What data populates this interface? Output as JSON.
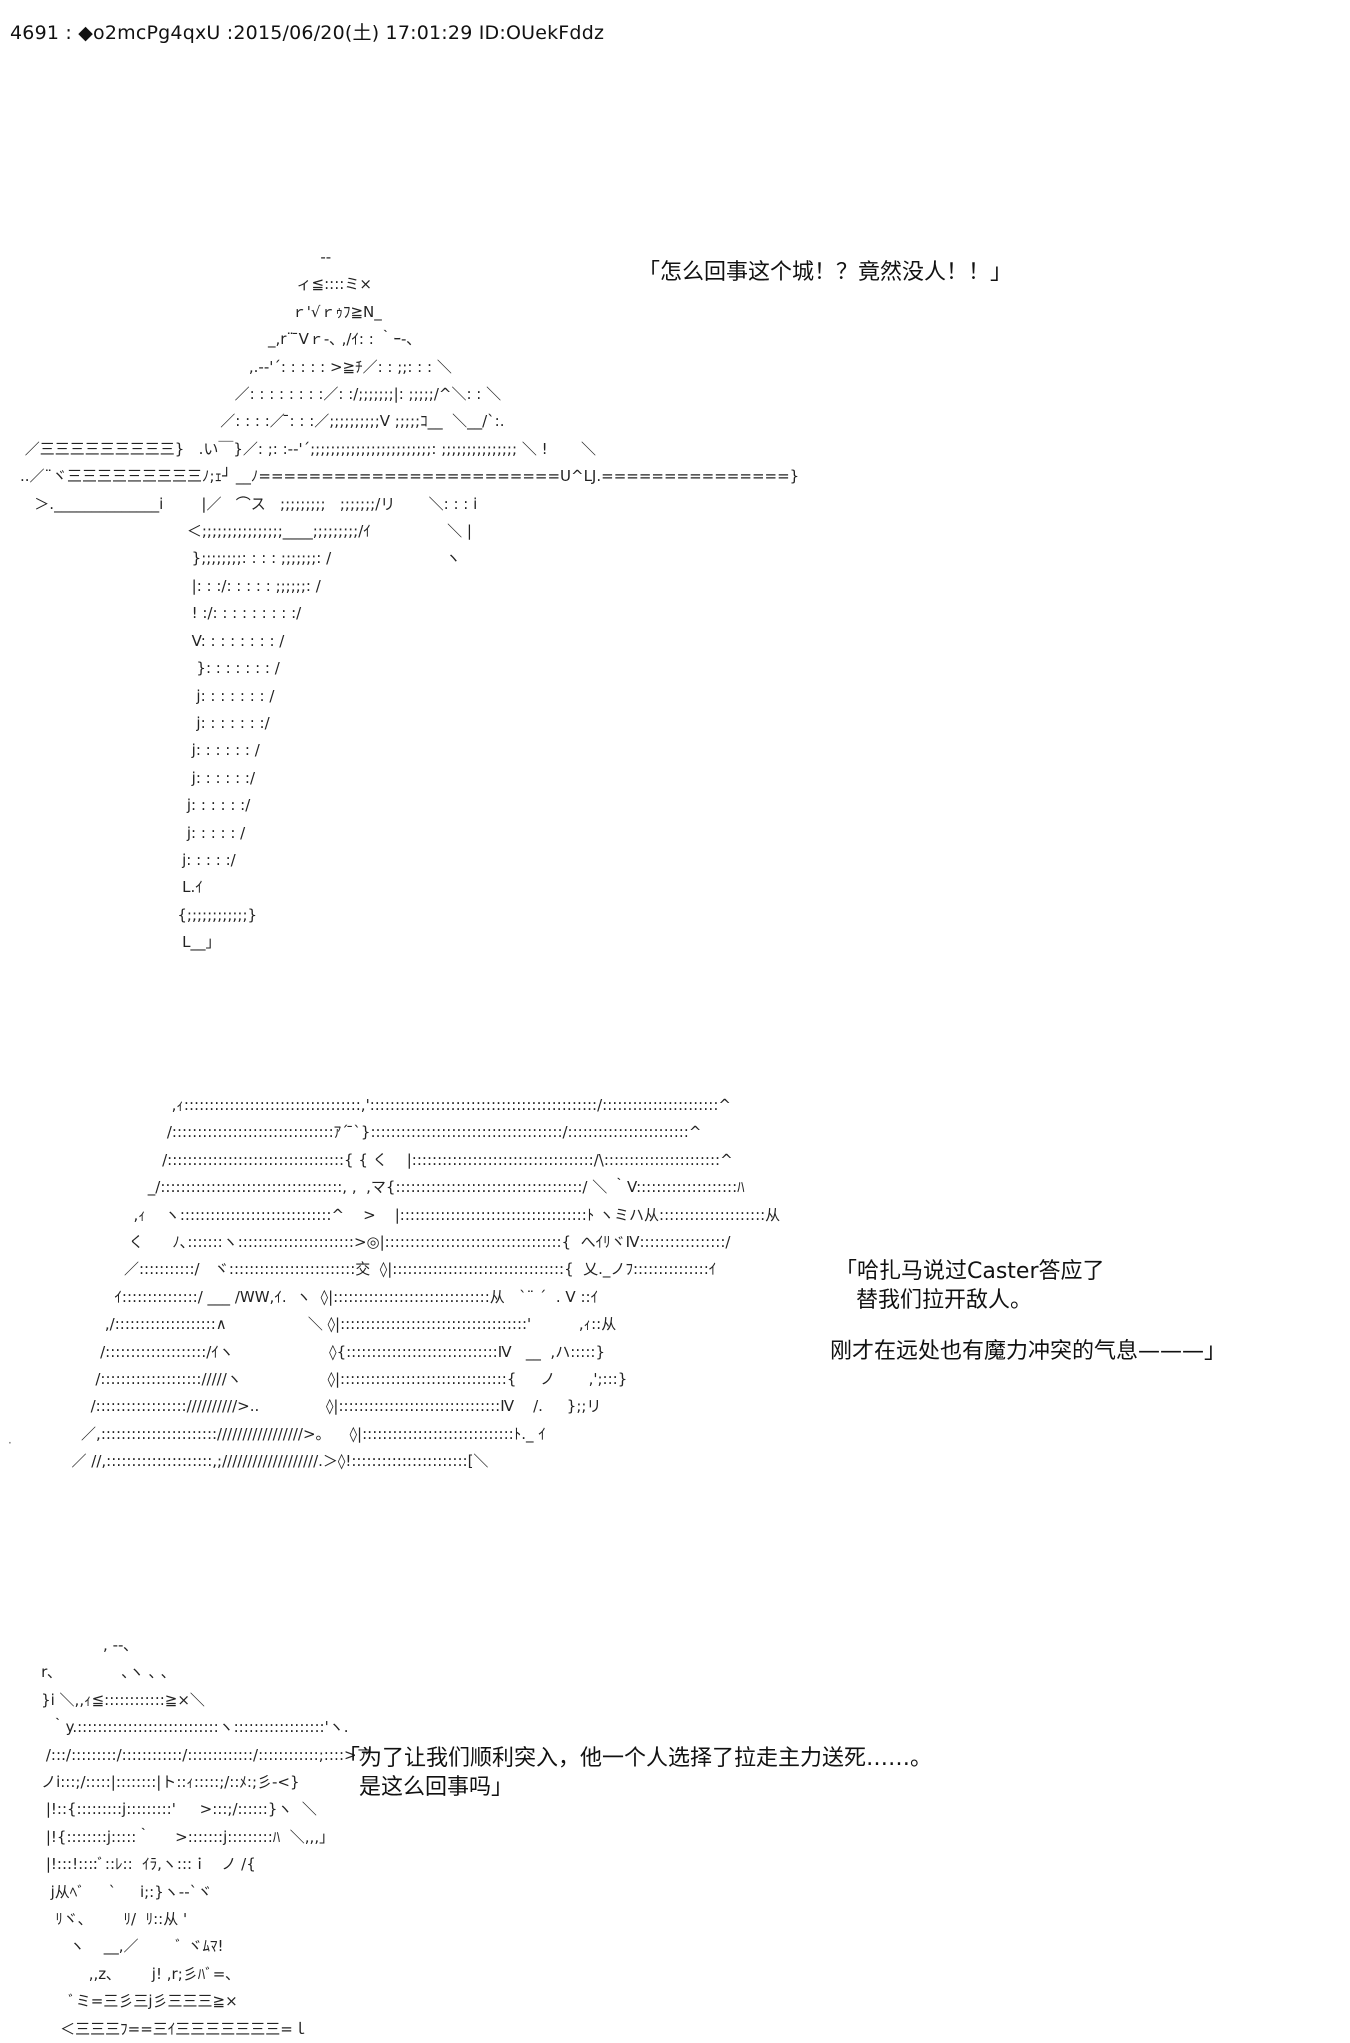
{
  "post_header": "4691 : ◆o2mcPg4qxU :2015/06/20(土) 17:01:29 ID:OUekFddz",
  "dialogues": {
    "d1": "「怎么回事这个城！？竟然没人！！」",
    "d2": "「哈扎马说过Caster答应了\n   替我们拉开敌人。",
    "d3": "刚才在远处也有魔力冲突的气息———」",
    "d4": "「为了让我们顺利突入，他一个人选择了拉走主力送死……。\n   是这么回事吗」"
  },
  "ascii_art": {
    "figure_top": "                                                               --\n                                                          ィ≦::::ミ×\n                                                         ｒ'√ｒｩﾌ≧N_\n                                                    _,r¨ ̄Vｒ-､ ,/ｲ: : ｀ｰ-､\n                                                ,.-‐'´: : : : : >≧ﾁ／: : ;;: : : ＼\n                                             ／: : : : : : : :／: :/;;;;;;;|: ;;;;;/^＼: : ＼\n                                          ／: : : :／ ̄: : :／;;;;;;;;;;V ;;;;;ｺ__  ＼__/`:.\n ／三三三三三三三三三}   .い￣}／: ;: :-‐'´;;;;;;;;;;;;;;;;;;;;;;;;: ;;;;;;;;;;;;;;; ＼ !       ＼\n..／¨ヾ三三三三三三三三三ﾉ;ｪ┘ __ﾉ========================U^LJ.===============}\n   ＞.______________i        |／   ⌒ス   ;;;;;;;;;   ;;;;;;;/リ       ＼: : : i\n                                   ＜;;;;;;;;;;;;;;;;____;;;;;;;;;/ｲ                ＼ |\n                                    };;;;;;;;: : : : ;;;;;;;: /                        ヽ\n                                    |: : :/: : : : : ;;;;;;: /\n                                    ! :/: : : : : : : : :/\n                                    V: : : : : : : : /\n                                     }: : : : : : : /\n                                     j: : : : : : : /\n                                     j: : : : : : :/\n                                    j: : : : : : /\n                                    j: : : : : :/\n                                   j: : : : : :/\n                                   j: : : : : /\n                                  j: : : : :/\n                                  L.ｲ\n                                 {;;;;;;;;;;;;}\n                                  L__｣",
    "figure_middle": "                                    ,ｨ:::::::::::::::::::::::::::::::::::,':::::::::::::::::::::::::::::::::::::::::::::/:::::::::::::::::::::::^\n                                   /::::::::::::::::::::::::::::::::ｱ´ ̄`}::::::::::::::::::::::::::::::::::::::/::::::::::::::::::::::::^\n                                  /:::::::::::::::::::::::::::::::::::{ { く    |::::::::::::::::::::::::::::::::::::/\\:::::::::::::::::::::::^\n                               _/::::::::::::::::::::::::::::::::::::, ,  ,マ{:::::::::::::::::::::::::::::::::::::/ ＼ ｀V::::::::::::::::::::ﾊ\n                            ,ｨ    ヽ::::::::::::::::::::::::::::::^    >    |:::::::::::::::::::::::::::::::::::::ﾄ ヽミハ从:::::::::::::::::::::从\n                           く      ﾉ､:::::::ヽ:::::::::::::::::::::::>◎|:::::::::::::::::::::::::::::::::::{  へｲﾘヾⅣ:::::::::::::::::/\n                          ／:::::::::::/   ヾ:::::::::::::::::::::::::交  ◊|::::::::::::::::::::::::::::::::::{  乂._ノﾌ:::::::::::::::ｲ\n                        ｲ:::::::::::::::/ ___ /WW,ｲ.  ヽ  ◊|:::::::::::::::::::::::::::::::从   `¨ ´  . V ::ｲ\n                      ,/::::::::::::::::::::∧                 ＼ ◊|:::::::::::::::::::::::::::::::::::::'          ,ｨ::从\n                     /::::::::::::::::::::/ｲヽ                    ◊{::::::::::::::::::::::::::::::Ⅳ   __  ,ハ:::::}\n                    /:::::::::::::::::::://///ヽ                  ◊|:::::::::::::::::::::::::::::::::{     ノ       ,';:::}\n                   /:::::::::::::::::://////////>..              ◊|::::::::::::::::::::::::::::::::Ⅳ    /.     };;リ\n                 ／,::::::::::::::::::::::://///////////////>。    ◊|::::::::::::::::::::::::::::::ﾄ._ ｲ\n               ／ //,:::::::::::::::::::::,;///////////////////.＞◊!:::::::::::::::::::::::[＼",
    "figure_bottom": "                 , -‐､\n    r､              ､ヽ ､ ､\n    }i ＼,,ｨ≦::::::::::::≧×＼\n      ｀y.::::::::::::::::::::::::::::ヽ::::::::::::::::::'ヽ.\n     /:::/:::::::::/::::::::::::/:::::::::::::/::::::::::::;::::>ア\n    ノi:::;/:::::|::::::::|ト::ｨ:::::;/::ﾒ:;彡-<}\n     |!::{:::::::::j:::::::::'     >:::;/::::::}ヽ  ＼\n     |!{::::::::j:::::｀     >:::::::j:::::::::ﾊ  ＼,,,｣\n     |!:::!::::ﾞ::ﾚ::  ｲﾗ,ヽ:::ｉ   ノ /{\n      j从ﾍﾞ     `     i;:}ヽ-‐`ヾ\n       ﾘヾ､        ﾘ/  ﾘ::从 '\n          ヽ    __,／        ﾞ ヾﾑﾏ!\n              ,,z､        j! ,r;彡ﾊﾞ=､\n          ﾞミ=三彡三j彡三三三≧×\n        ＜三三三ﾌ==三ｲ三三三三三三三=ｌ"
  },
  "side_mark": "·"
}
